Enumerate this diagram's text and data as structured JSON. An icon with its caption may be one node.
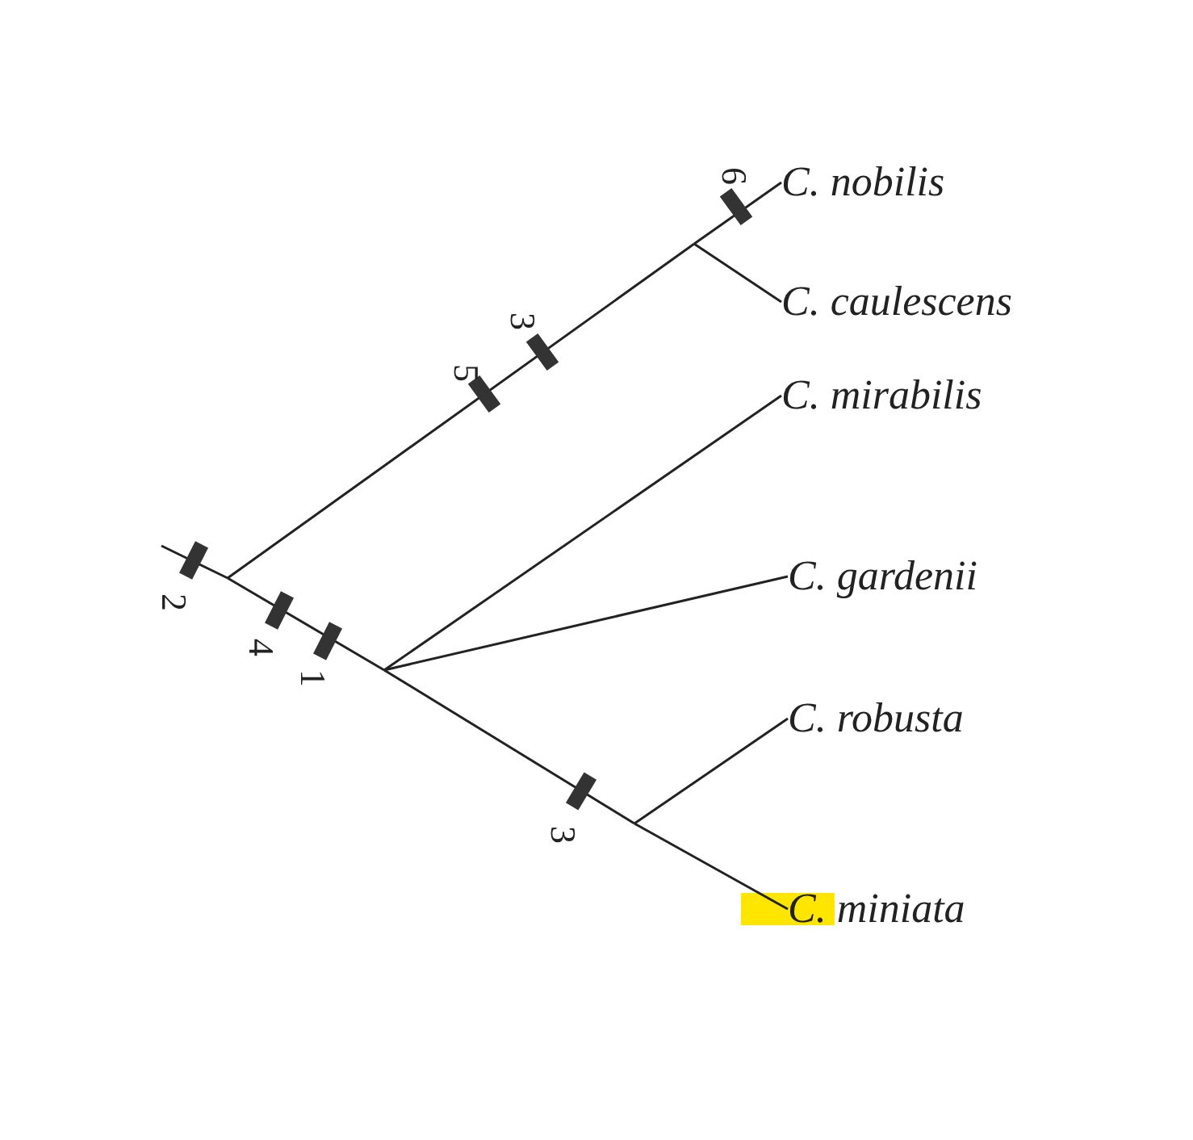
{
  "diagram": {
    "nodes": [
      {
        "text": [
          "C. nobilis"
        ]
      },
      {
        "text": [
          "C. caulescens"
        ]
      },
      {
        "text": [
          "C. mirabilis"
        ]
      },
      {
        "text": [
          "C. gardenii"
        ]
      },
      {
        "text": [
          "C. robusta"
        ]
      },
      {
        "text": [
          "C. miniata"
        ]
      }
    ],
    "edges": [
      {
        "from": null,
        "to": 0,
        "arrow": "none"
      },
      {
        "from": null,
        "to": 1,
        "arrow": "none"
      },
      {
        "from": null,
        "to": 2,
        "arrow": "none"
      },
      {
        "from": null,
        "to": 3,
        "arrow": "none"
      },
      {
        "from": null,
        "to": 4,
        "arrow": "none"
      },
      {
        "from": null,
        "to": 5,
        "arrow": "none"
      }
    ],
    "labels": [
      "6",
      "3",
      "5",
      "2",
      "4",
      "1",
      "3"
    ]
  }
}
